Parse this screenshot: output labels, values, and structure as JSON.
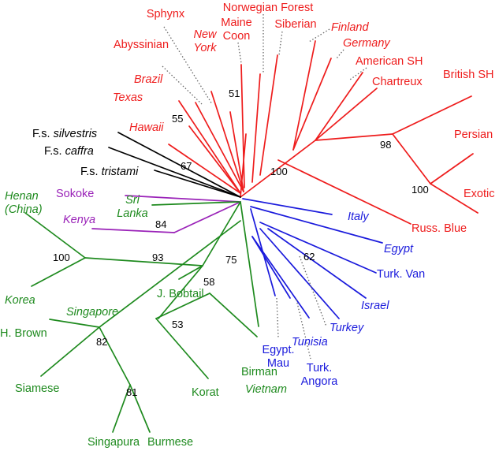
{
  "colors": {
    "red": "#ee1c1c",
    "blue": "#1a1adc",
    "green": "#1e8a1e",
    "purple": "#9a22b8",
    "black": "#000000",
    "bootstrap": "#000000"
  },
  "labels": {
    "sphynx": "Sphynx",
    "norwegian_forest": "Norwegian Forest",
    "maine_coon": [
      "Maine",
      "Coon"
    ],
    "siberian": "Siberian",
    "finland": "Finland",
    "germany": "Germany",
    "abyssinian": "Abyssinian",
    "new_york": [
      "New",
      "York"
    ],
    "american_sh": "American SH",
    "british_sh": "British SH",
    "brazil": "Brazil",
    "texas": "Texas",
    "chartreux": "Chartreux",
    "hawaii": "Hawaii",
    "persian": "Persian",
    "exotic": "Exotic",
    "fs_silvestris": "F.s. silvestris",
    "fs_caffra": "F.s. caffra",
    "fs_tristami": "F.s. tristami",
    "henan": [
      "Henan",
      "(China)"
    ],
    "sokoke": "Sokoke",
    "sri_lanka": [
      "Sri",
      "Lanka"
    ],
    "kenya": "Kenya",
    "russ_blue": "Russ. Blue",
    "italy": "Italy",
    "egypt": "Egypt",
    "turk_van": "Turk. Van",
    "korea": "Korea",
    "j_bobtail": "J. Bobtail",
    "singapore": "Singapore",
    "israel": "Israel",
    "turkey": "Turkey",
    "tunisia": "Tunisia",
    "h_brown": "H. Brown",
    "egypt_mau": [
      "Egypt.",
      "Mau"
    ],
    "turk_angora": [
      "Turk.",
      "Angora"
    ],
    "birman": "Birman",
    "vietnam": "Vietnam",
    "siamese": "Siamese",
    "korat": "Korat",
    "singapura": "Singapura",
    "burmese": "Burmese"
  },
  "bootstrap": {
    "b51": "51",
    "b55": "55",
    "b98": "98",
    "b100_red": "100",
    "b100_persian": "100",
    "b67": "67",
    "b84": "84",
    "b100_green": "100",
    "b93": "93",
    "b75": "75",
    "b62": "62",
    "b58": "58",
    "b53": "53",
    "b82": "82",
    "b81": "81"
  }
}
